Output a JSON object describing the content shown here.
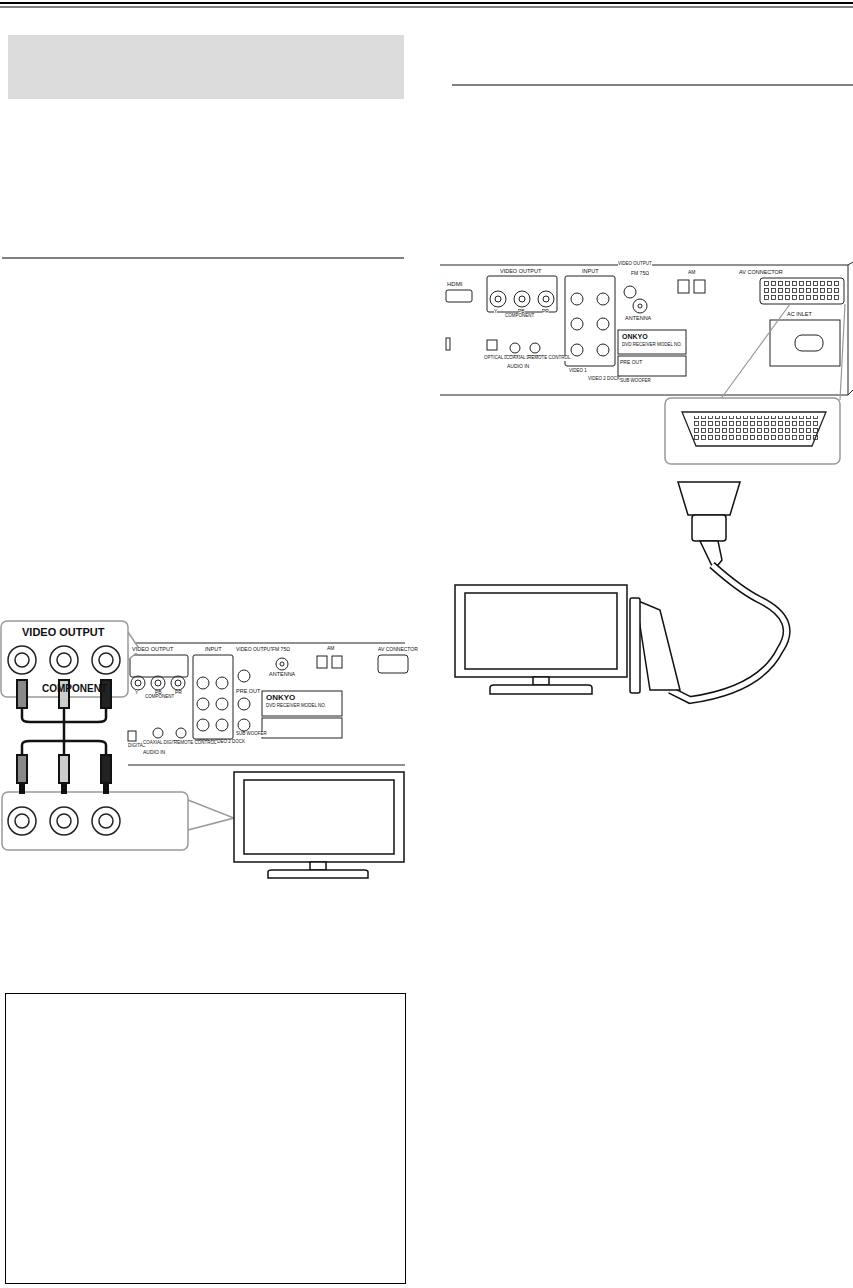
{
  "diagram": {
    "labels": [
      "VIDEO OUTPUT",
      "COMPONENT",
      "VIDEO OUTPUT",
      "Y",
      "PB",
      "PR",
      "COMPONENT",
      "INPUT",
      "VIDEO OUTPUT",
      "FM 75Ω",
      "ANTENNA",
      "AM",
      "AV CONNECTOR",
      "PRE OUT",
      "SUB WOOFER",
      "VIDEO 1",
      "VIDEO 2 DOCK",
      "ONKYO",
      "DVD RECEIVER MODEL NO.",
      "DIGITAL",
      "COAXIAL DIGITAL",
      "AUDIO IN",
      "REMOTE CONTROL",
      "HDMI",
      "VIDEO OUTPUT",
      "Y",
      "PB",
      "PR",
      "COMPONENT",
      "INPUT",
      "VIDEO OUTPUT",
      "FM 75Ω",
      "ANTENNA",
      "AM",
      "AV CONNECTOR",
      "AC INLET",
      "PRE OUT",
      "SUB WOOFER",
      "VIDEO 1",
      "VIDEO 2 DOCK",
      "ONKYO",
      "DVD RECEIVER MODEL NO.",
      "OPTICAL DIGITAL",
      "COAXIAL DIGITAL",
      "AUDIO IN",
      "REMOTE CONTROL"
    ]
  }
}
